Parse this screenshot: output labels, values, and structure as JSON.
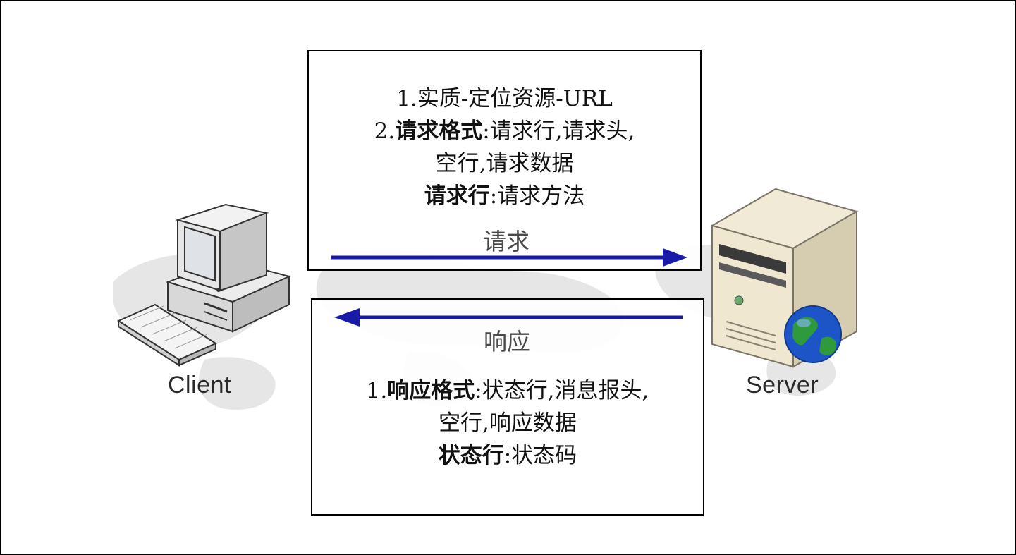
{
  "client_label": "Client",
  "server_label": "Server",
  "request": {
    "arrow_label": "请求",
    "line1": "1.实质-定位资源-URL",
    "line2_prefix": "2.",
    "line2_bold": "请求格式",
    "line2_rest": ":请求行,请求头,",
    "line3": "空行,请求数据",
    "line4_bold": "请求行",
    "line4_rest": ":请求方法"
  },
  "response": {
    "arrow_label": "响应",
    "line1_prefix": "1.",
    "line1_bold": "响应格式",
    "line1_rest": ":状态行,消息报头,",
    "line2": "空行,响应数据",
    "line3_bold": "状态行",
    "line3_rest": ":状态码"
  },
  "colors": {
    "arrow": "#1a1aa8",
    "border": "#000000",
    "map": "#e4e4e4"
  },
  "icons": {
    "client": "desktop-computer-icon",
    "server": "tower-server-globe-icon"
  }
}
